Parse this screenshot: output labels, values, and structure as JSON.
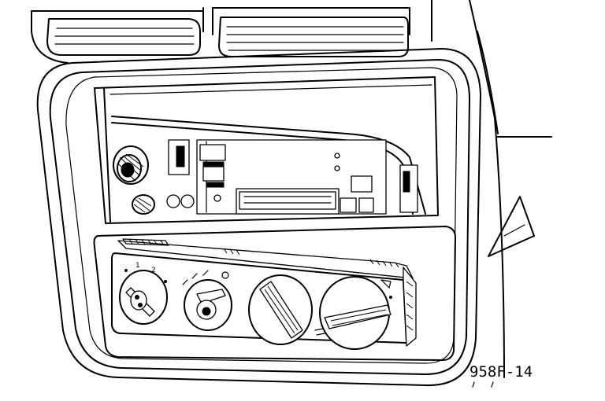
{
  "figure": {
    "label": "958F-14"
  },
  "colors": {
    "ink": "#000000",
    "paper": "#ffffff"
  },
  "components": {
    "air_vents": [
      "left-air-vent",
      "right-air-vent"
    ],
    "radio_knobs": [
      "volume-knob",
      "tuning-knob"
    ],
    "climate_knobs": [
      "blower-speed-knob",
      "temperature-knob",
      "air-distribution-knob",
      "defrost-knob"
    ]
  }
}
